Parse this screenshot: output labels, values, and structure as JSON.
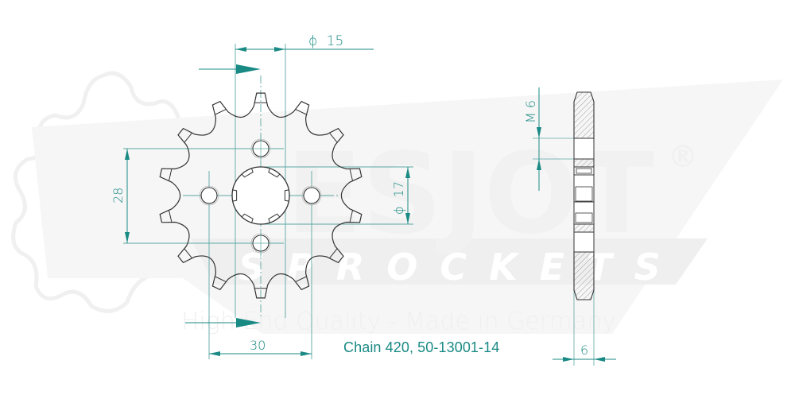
{
  "drawing": {
    "type": "sprocket-technical-drawing",
    "brand_watermark": "ESJOT",
    "registered_mark": "®",
    "watermark_subtitle": "SPROCKETS",
    "watermark_tagline": "High End Quality - Made in Germany",
    "teeth_count": 14,
    "colors": {
      "dimension": "#1a8a84",
      "outline": "#333333",
      "watermark": "#f1f1f1"
    }
  },
  "dimensions": {
    "bore_diameter_symbol": "ϕ",
    "bore_diameter": "15",
    "hub_diameter_symbol": "ϕ",
    "hub_diameter": "17",
    "bolt_spacing_vertical": "28",
    "bolt_spacing_horizontal": "30",
    "bolt_thread": "M 6",
    "thickness": "6"
  },
  "caption": {
    "text": "Chain 420, 50-13001-14"
  }
}
